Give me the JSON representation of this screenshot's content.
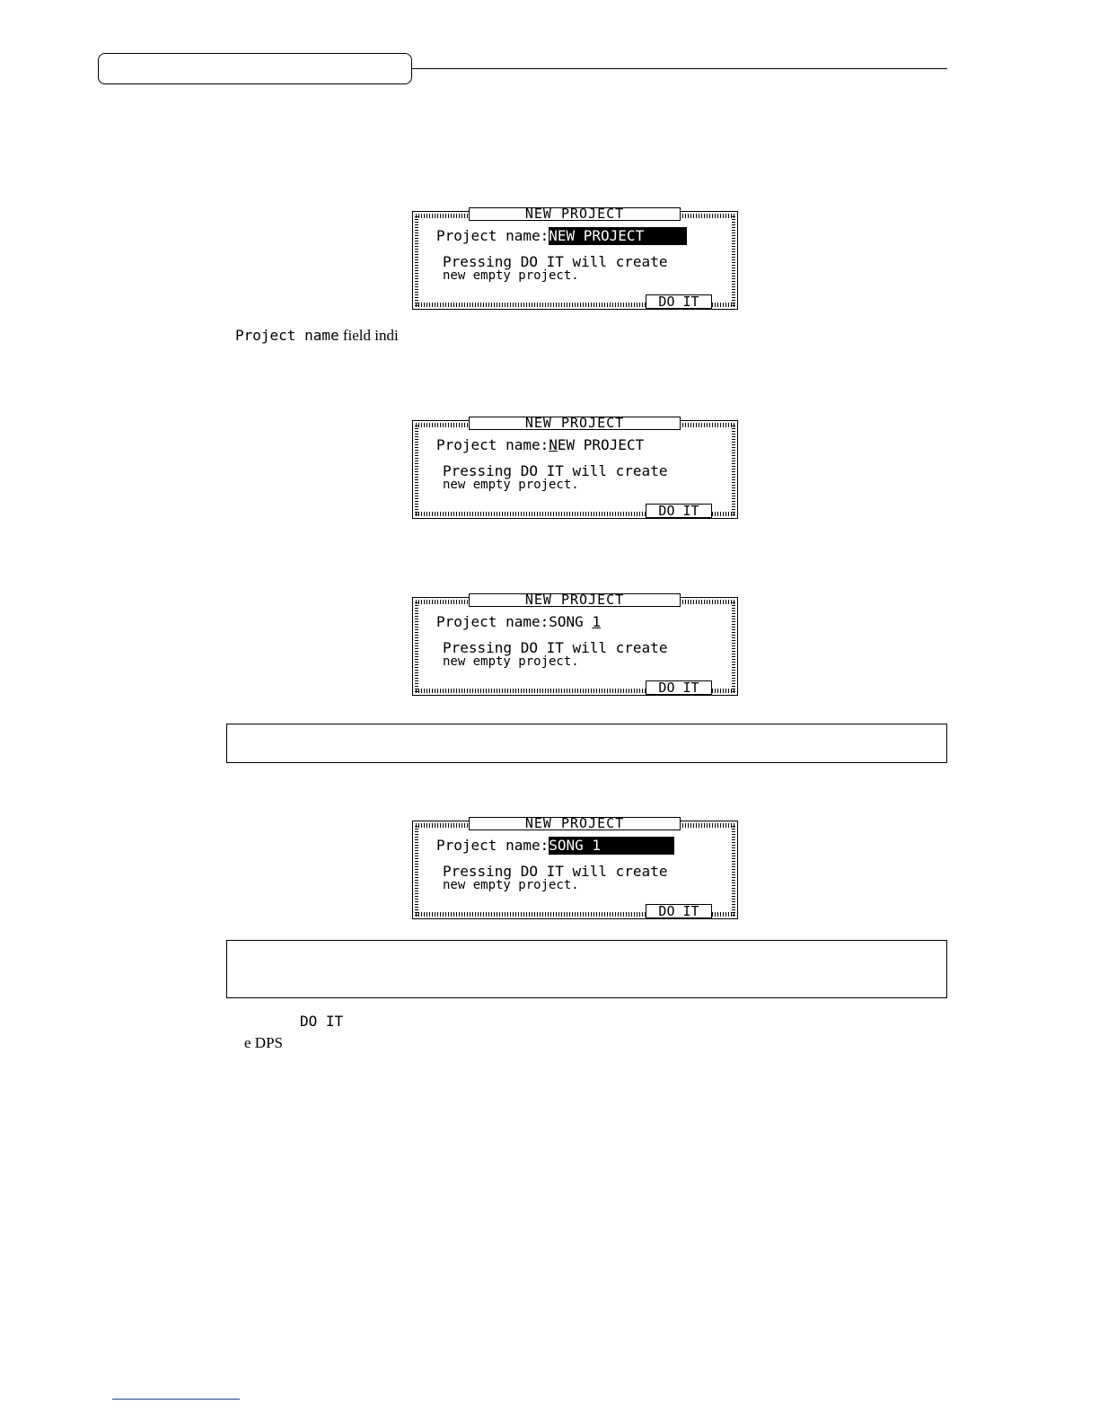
{
  "lcd_title": "NEW PROJECT",
  "field_label": "Project name:",
  "message_line1": "Pressing DO IT will create",
  "message_line2": "new empty project.",
  "do_it_button": "DO IT",
  "screens": [
    {
      "value": "NEW PROJECT",
      "cursor_char": "",
      "value_rest": ""
    },
    {
      "value": "",
      "cursor_char": "N",
      "value_rest": "EW PROJECT"
    },
    {
      "value": "",
      "cursor_char_prefix": "SONG ",
      "cursor_char": "1",
      "value_rest": ""
    },
    {
      "value": "SONG 1",
      "cursor_char": "",
      "value_rest": ""
    }
  ],
  "text": {
    "project_name_term": "Project name",
    "field_indi": "field indi",
    "do_it_term": "DO IT",
    "e_dps": "e DPS"
  },
  "colors": {
    "footer_rule": "#1a3ea8"
  }
}
